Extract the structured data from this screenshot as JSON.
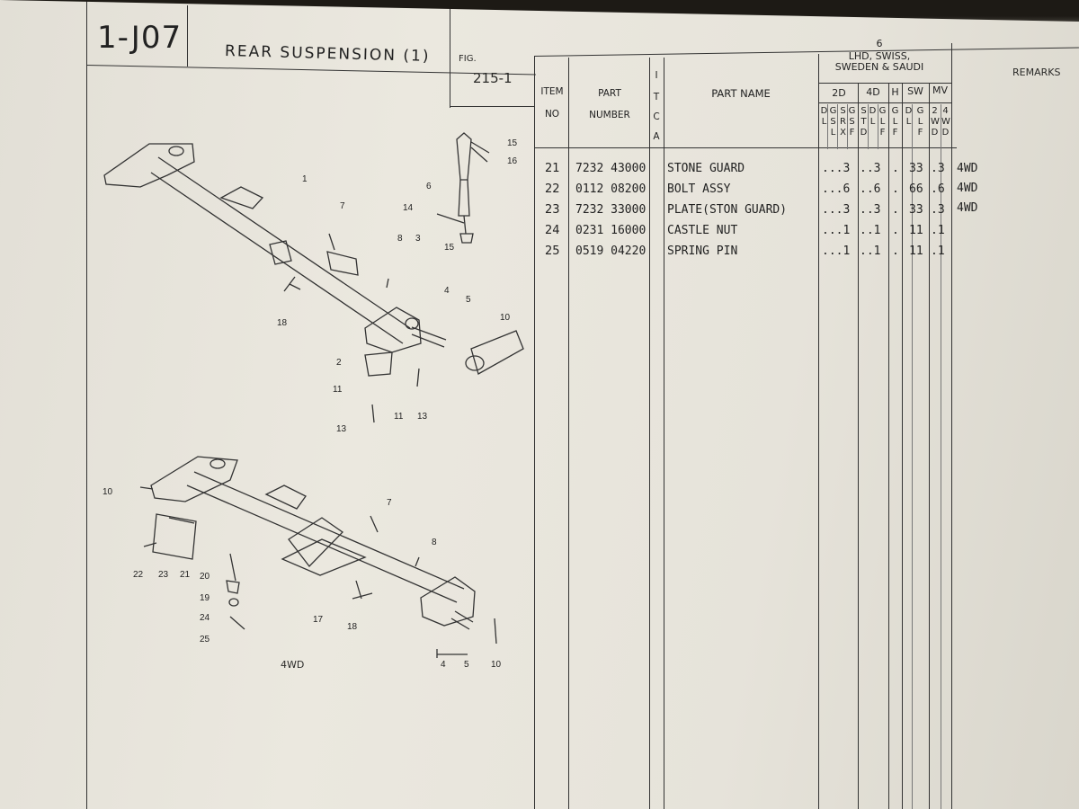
{
  "header": {
    "section_code": "1-J07",
    "title": "REAR SUSPENSION (1)",
    "fig_label": "FIG.",
    "fig_number": "215-1"
  },
  "table_header": {
    "item_no": [
      "ITEM",
      "NO"
    ],
    "part_number": [
      "PART",
      "NUMBER"
    ],
    "itca": [
      "I",
      "T",
      "C",
      "A"
    ],
    "part_name": "PART NAME",
    "group_number": "6",
    "group_label": [
      "LHD, SWISS,",
      "SWEDEN & SAUDI"
    ],
    "sub_2d": "2D",
    "sub_4d": "4D",
    "sub_h": "H",
    "sub_sw": "SW",
    "sub_mv": "MV",
    "col_2d": [
      [
        "D",
        "L"
      ],
      [
        "G",
        "S",
        "L"
      ],
      [
        "S",
        "R",
        "X"
      ],
      [
        "G",
        "S",
        "F"
      ]
    ],
    "col_4d": [
      [
        "S",
        "T",
        "D"
      ],
      [
        "D",
        "L"
      ],
      [
        "G",
        "L",
        "F"
      ]
    ],
    "col_h": [
      [
        "G",
        "L",
        "F"
      ]
    ],
    "col_sw": [
      [
        "D",
        "L"
      ],
      [
        "G",
        "L",
        "F"
      ]
    ],
    "col_mv": [
      [
        "2",
        "W",
        "D"
      ],
      [
        "4",
        "W",
        "D"
      ]
    ],
    "remarks": "REMARKS"
  },
  "rows": [
    {
      "item": "21",
      "pn": "7232 43000",
      "name": "STONE GUARD",
      "d2": "...3",
      "d4": "..3",
      "h": ".",
      "sw": "33",
      "mv": ".3",
      "remark": "4WD"
    },
    {
      "item": "22",
      "pn": "0112 08200",
      "name": "BOLT ASSY",
      "d2": "...6",
      "d4": "..6",
      "h": ".",
      "sw": "66",
      "mv": ".6",
      "remark": "4WD"
    },
    {
      "item": "23",
      "pn": "7232 33000",
      "name": "PLATE(STON GUARD)",
      "d2": "...3",
      "d4": "..3",
      "h": ".",
      "sw": "33",
      "mv": ".3",
      "remark": "4WD"
    },
    {
      "item": "24",
      "pn": "0231 16000",
      "name": "CASTLE NUT",
      "d2": "...1",
      "d4": "..1",
      "h": ".",
      "sw": "11",
      "mv": ".1",
      "remark": ""
    },
    {
      "item": "25",
      "pn": "0519 04220",
      "name": "SPRING PIN",
      "d2": "...1",
      "d4": "..1",
      "h": ".",
      "sw": "11",
      "mv": ".1",
      "remark": ""
    }
  ],
  "diagram": {
    "callouts_top": [
      "1",
      "7",
      "8",
      "3",
      "4",
      "5",
      "10",
      "2",
      "11",
      "11",
      "13",
      "13",
      "18",
      "6",
      "14",
      "15",
      "15",
      "16"
    ],
    "callouts_bottom": [
      "10",
      "7",
      "8",
      "22",
      "23",
      "21",
      "20",
      "19",
      "24",
      "25",
      "17",
      "18",
      "4",
      "5",
      "10"
    ],
    "caption": "4WD"
  }
}
